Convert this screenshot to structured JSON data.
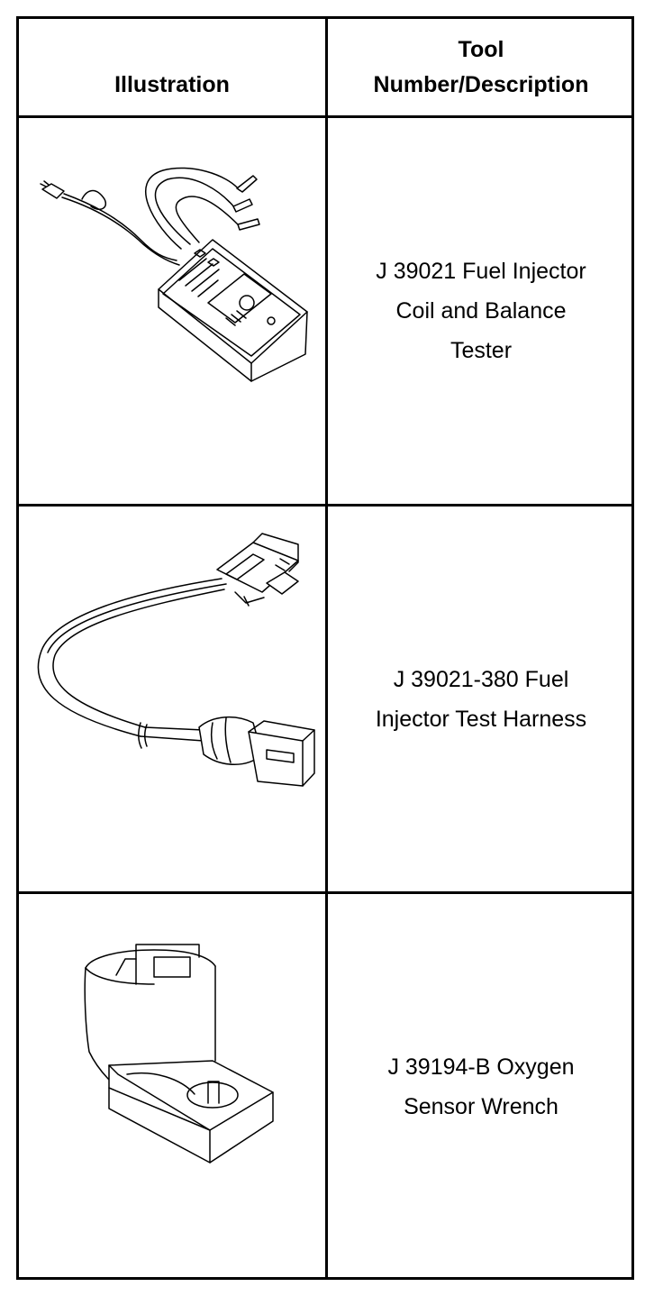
{
  "header": {
    "illustration": "Illustration",
    "tool_line1": "Tool",
    "tool_line2": "Number/Description"
  },
  "rows": [
    {
      "icon": "fuel-injector-tester-icon",
      "lines": [
        "J 39021 Fuel Injector",
        "Coil and Balance",
        "Tester"
      ]
    },
    {
      "icon": "test-harness-icon",
      "lines": [
        "J 39021-380 Fuel",
        "Injector Test Harness"
      ]
    },
    {
      "icon": "oxygen-sensor-wrench-icon",
      "lines": [
        "J 39194-B Oxygen",
        "Sensor Wrench"
      ]
    }
  ]
}
